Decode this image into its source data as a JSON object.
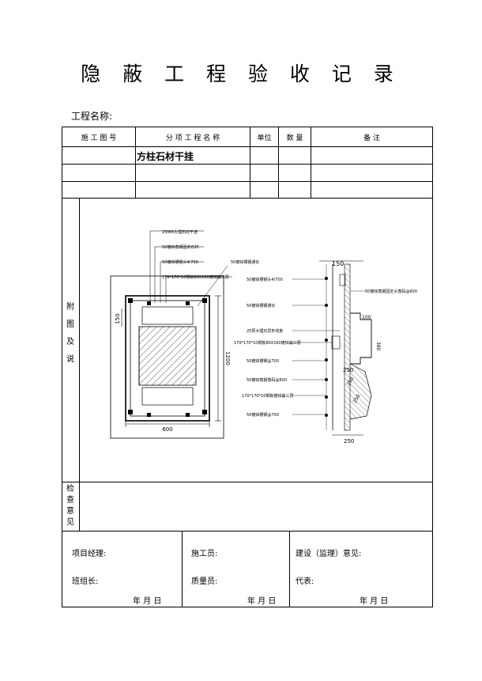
{
  "title": "隐 蔽 工 程 验 收 记 录",
  "project_name_label": "工程名称:",
  "table": {
    "headers": {
      "drawing_no": "施 工 图 号",
      "item_name": "分 项 工 程 名 称",
      "unit": "单位",
      "quantity": "数 量",
      "remarks": "备 注"
    },
    "rows": [
      {
        "item_name": "方柱石材干挂"
      },
      {
        "item_name": ""
      },
      {
        "item_name": ""
      }
    ]
  },
  "section_labels": {
    "attached": [
      "附",
      "图",
      "及",
      "说"
    ],
    "inspection": [
      "检",
      "查",
      "意",
      "见"
    ]
  },
  "drawing": {
    "left_labels": [
      "25MM大理石材干挂",
      "50镀锌角钢固定石材",
      "50镀锌槽钢头4/700",
      "170*170*10钢板80X160镀锌扁三层"
    ],
    "top_right_label": "50镀锌槽钢通长",
    "right_labels": [
      "50镀锌槽钢头4/700",
      "50镀锌槽钢通长",
      "25厚大理石异形线条",
      "170*170*10钢板80X160镀锌扁三层",
      "50镀锌槽钢@700",
      "50镀锌角钢角码@600",
      "170*170*10钢板镀锌扁三层",
      "50镀锌槽钢@700"
    ],
    "far_right_label": "50镀锌角钢固定头角码@600",
    "dims": {
      "width": "600",
      "height": "1200",
      "side": "150",
      "top_right": "150",
      "d100": "100",
      "d380": "380",
      "d250a": "250",
      "d250b": "250",
      "d250c": "250",
      "d250d": "250"
    }
  },
  "signatures": {
    "project_manager": "项目经理:",
    "construction_staff": "施工员:",
    "supervision": "建设（监理）意见:",
    "team_leader": "班组长:",
    "quality_staff": "质量员:",
    "representative": "代表:",
    "date": "年   月   日"
  }
}
